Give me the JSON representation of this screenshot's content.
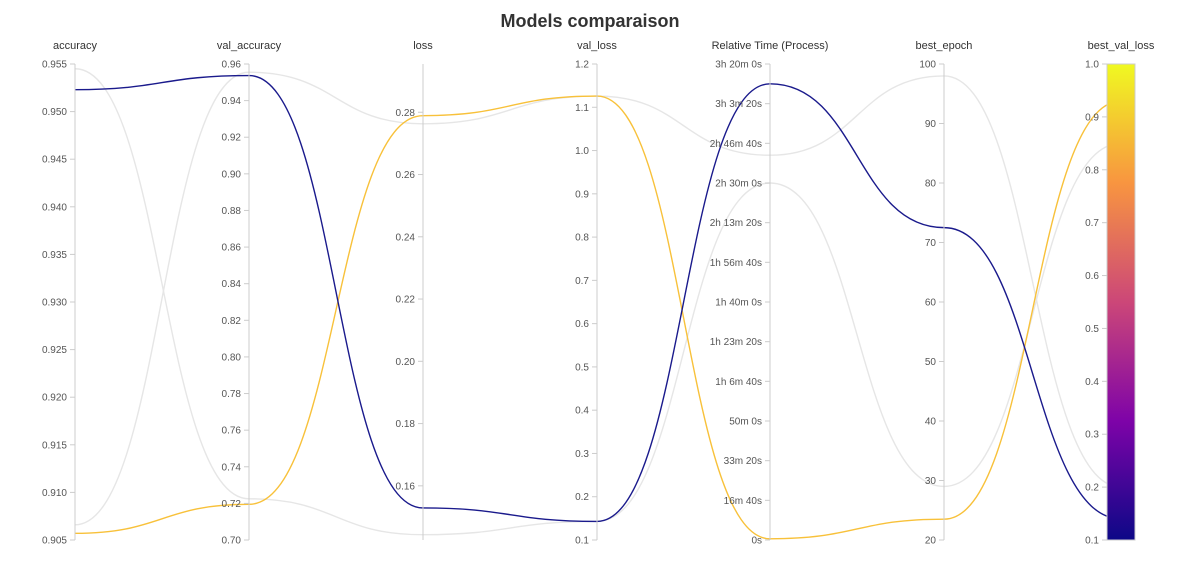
{
  "chart_data": {
    "type": "parallel-coordinates",
    "title": "Models comparaison",
    "grid": false,
    "legend": "none",
    "colorbar_axis": "best_val_loss",
    "colorscale": [
      "#0d0887",
      "#7e03a8",
      "#cc4778",
      "#f89540",
      "#f0f921"
    ],
    "axes": [
      {
        "name": "accuracy",
        "range": [
          0.905,
          0.955
        ],
        "ticks": [
          "0.905",
          "0.910",
          "0.915",
          "0.920",
          "0.925",
          "0.930",
          "0.935",
          "0.940",
          "0.945",
          "0.950",
          "0.955"
        ]
      },
      {
        "name": "val_accuracy",
        "range": [
          0.7,
          0.96
        ],
        "ticks": [
          "0.70",
          "0.72",
          "0.74",
          "0.76",
          "0.78",
          "0.80",
          "0.82",
          "0.84",
          "0.86",
          "0.88",
          "0.90",
          "0.92",
          "0.94",
          "0.96"
        ]
      },
      {
        "name": "loss",
        "range": [
          0.1426,
          0.2955
        ],
        "ticks": [
          "0.16",
          "0.18",
          "0.20",
          "0.22",
          "0.24",
          "0.26",
          "0.28"
        ]
      },
      {
        "name": "val_loss",
        "range": [
          0.1,
          1.2
        ],
        "ticks": [
          "0.1",
          "0.2",
          "0.3",
          "0.4",
          "0.5",
          "0.6",
          "0.7",
          "0.8",
          "0.9",
          "1.0",
          "1.1",
          "1.2"
        ]
      },
      {
        "name": "Relative Time (Process)",
        "range": [
          0,
          12000
        ],
        "ticks": [
          "0s",
          "16m 40s",
          "33m 20s",
          "50m 0s",
          "1h 6m 40s",
          "1h 23m 20s",
          "1h 40m 0s",
          "1h 56m 40s",
          "2h 13m 20s",
          "2h 30m 0s",
          "2h 46m 40s",
          "3h 3m 20s",
          "3h 20m 0s"
        ]
      },
      {
        "name": "best_epoch",
        "range": [
          20,
          100
        ],
        "ticks": [
          "20",
          "30",
          "40",
          "50",
          "60",
          "70",
          "80",
          "90",
          "100"
        ]
      },
      {
        "name": "best_val_loss",
        "range": [
          0.1,
          1.0
        ],
        "ticks": [
          "0.1",
          "0.2",
          "0.3",
          "0.4",
          "0.5",
          "0.6",
          "0.7",
          "0.8",
          "0.9",
          "1.0"
        ]
      }
    ],
    "series": [
      {
        "color": "#f8c13a",
        "values": [
          0.9057,
          0.7195,
          0.2789,
          1.126,
          30,
          23.5,
          0.93
        ]
      },
      {
        "color": "#1a1a8c",
        "values": [
          0.9523,
          0.9537,
          0.1529,
          0.143,
          11500,
          72.5,
          0.14
        ]
      },
      {
        "color": "#e6e6e6",
        "values": [
          0.9066,
          0.9555,
          0.2763,
          1.126,
          9700,
          98.0,
          0.2
        ]
      },
      {
        "color": "#e6e6e6",
        "values": [
          0.9545,
          0.7225,
          0.1443,
          0.143,
          9000,
          29.0,
          0.85
        ]
      }
    ]
  }
}
